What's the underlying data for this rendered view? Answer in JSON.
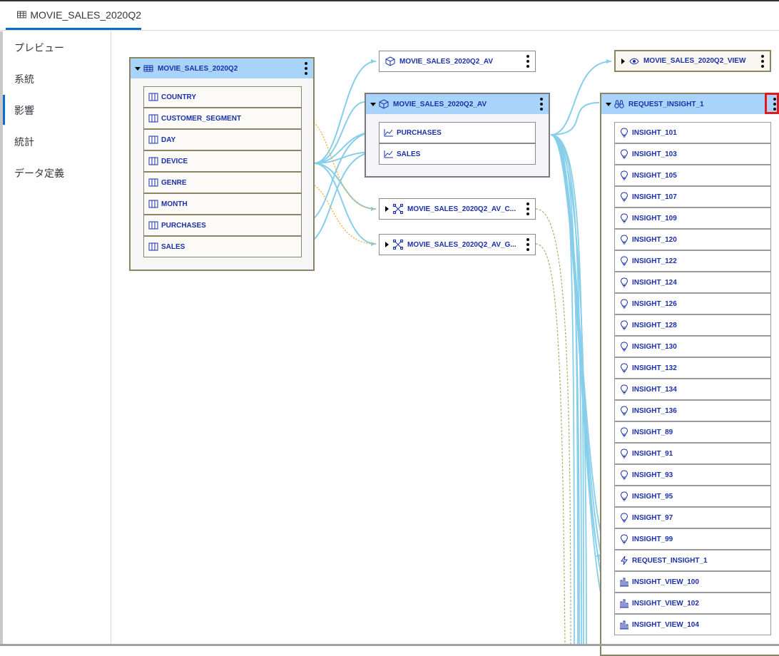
{
  "tab": {
    "title": "MOVIE_SALES_2020Q2",
    "icon": "table-icon"
  },
  "sidebar": {
    "items": [
      {
        "label": "プレビュー"
      },
      {
        "label": "系統"
      },
      {
        "label": "影響"
      },
      {
        "label": "統計"
      },
      {
        "label": "データ定義"
      }
    ],
    "selected": "影響"
  },
  "graph": {
    "source_table": {
      "title": "MOVIE_SALES_2020Q2",
      "icon": "table-icon",
      "columns": [
        "COUNTRY",
        "CUSTOMER_SEGMENT",
        "DAY",
        "DEVICE",
        "GENRE",
        "MONTH",
        "PURCHASES",
        "SALES"
      ]
    },
    "av_collapsed": {
      "title": "MOVIE_SALES_2020Q2_AV",
      "icon": "cube-icon"
    },
    "av_expanded": {
      "title": "MOVIE_SALES_2020Q2_AV",
      "icon": "cube-icon",
      "measures": [
        "PURCHASES",
        "SALES"
      ]
    },
    "hierarchy_nodes": [
      {
        "title": "MOVIE_SALES_2020Q2_AV_C...",
        "icon": "hierarchy-icon"
      },
      {
        "title": "MOVIE_SALES_2020Q2_AV_G...",
        "icon": "hierarchy-icon"
      }
    ],
    "view_node": {
      "title": "MOVIE_SALES_2020Q2_VIEW",
      "icon": "eye-icon"
    },
    "insight_request": {
      "title": "REQUEST_INSIGHT_1",
      "icon": "binoculars-icon",
      "items": [
        {
          "label": "INSIGHT_101",
          "icon": "lightbulb-icon"
        },
        {
          "label": "INSIGHT_103",
          "icon": "lightbulb-icon"
        },
        {
          "label": "INSIGHT_105",
          "icon": "lightbulb-icon"
        },
        {
          "label": "INSIGHT_107",
          "icon": "lightbulb-icon"
        },
        {
          "label": "INSIGHT_109",
          "icon": "lightbulb-icon"
        },
        {
          "label": "INSIGHT_120",
          "icon": "lightbulb-icon"
        },
        {
          "label": "INSIGHT_122",
          "icon": "lightbulb-icon"
        },
        {
          "label": "INSIGHT_124",
          "icon": "lightbulb-icon"
        },
        {
          "label": "INSIGHT_126",
          "icon": "lightbulb-icon"
        },
        {
          "label": "INSIGHT_128",
          "icon": "lightbulb-icon"
        },
        {
          "label": "INSIGHT_130",
          "icon": "lightbulb-icon"
        },
        {
          "label": "INSIGHT_132",
          "icon": "lightbulb-icon"
        },
        {
          "label": "INSIGHT_134",
          "icon": "lightbulb-icon"
        },
        {
          "label": "INSIGHT_136",
          "icon": "lightbulb-icon"
        },
        {
          "label": "INSIGHT_89",
          "icon": "lightbulb-icon"
        },
        {
          "label": "INSIGHT_91",
          "icon": "lightbulb-icon"
        },
        {
          "label": "INSIGHT_93",
          "icon": "lightbulb-icon"
        },
        {
          "label": "INSIGHT_95",
          "icon": "lightbulb-icon"
        },
        {
          "label": "INSIGHT_97",
          "icon": "lightbulb-icon"
        },
        {
          "label": "INSIGHT_99",
          "icon": "lightbulb-icon"
        },
        {
          "label": "REQUEST_INSIGHT_1",
          "icon": "lightning-icon"
        },
        {
          "label": "INSIGHT_VIEW_100",
          "icon": "bar-chart-icon"
        },
        {
          "label": "INSIGHT_VIEW_102",
          "icon": "bar-chart-icon"
        },
        {
          "label": "INSIGHT_VIEW_104",
          "icon": "bar-chart-icon"
        }
      ]
    }
  },
  "colors": {
    "header_blue": "#a8d4fb",
    "link_blue": "#87ceeb",
    "link_orange": "#f5a623",
    "link_olive": "#a9b36a",
    "text_blue": "#1a2fa8",
    "focus_red": "#e01a1a",
    "tab_accent": "#0a6ed1"
  }
}
